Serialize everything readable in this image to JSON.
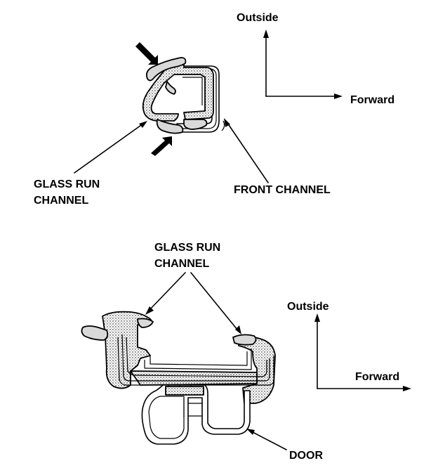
{
  "figures": [
    {
      "axes": {
        "up_label": "Outside",
        "right_label": "Forward"
      },
      "callouts": [
        {
          "id": "glass_run_channel",
          "lines": [
            "GLASS RUN",
            "CHANNEL"
          ]
        },
        {
          "id": "front_channel",
          "lines": [
            "FRONT CHANNEL"
          ]
        }
      ]
    },
    {
      "axes": {
        "up_label": "Outside",
        "right_label": "Forward"
      },
      "callouts": [
        {
          "id": "glass_run_channel",
          "lines": [
            "GLASS RUN",
            "CHANNEL"
          ]
        },
        {
          "id": "door",
          "lines": [
            "DOOR"
          ]
        }
      ]
    }
  ]
}
